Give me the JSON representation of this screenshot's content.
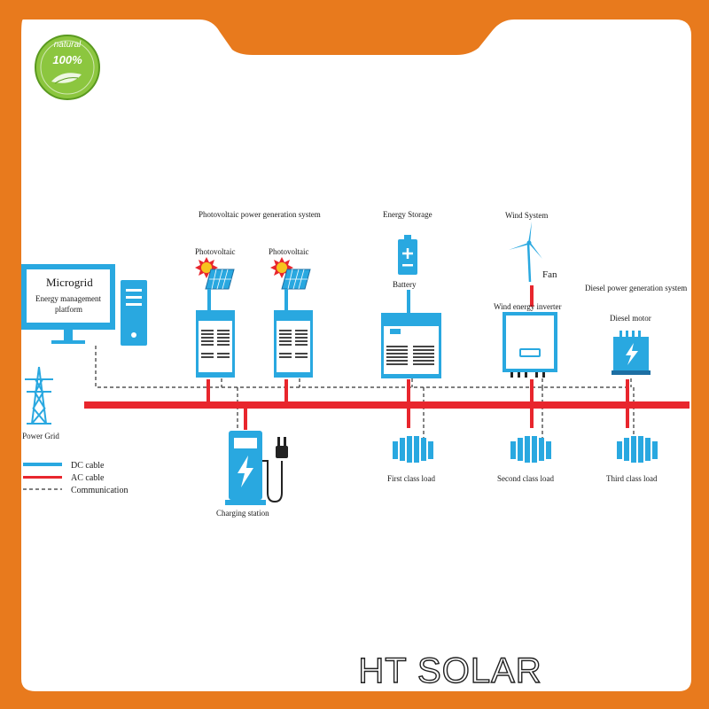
{
  "badge": {
    "top": "natural",
    "number": "100%"
  },
  "brand": "HT SOLAR",
  "microgrid": {
    "title": "Microgrid",
    "line1": "Energy management",
    "line2": "platform"
  },
  "power_grid": "Power Grid",
  "pv_system": "Photovoltaic power generation system",
  "pv_panel_1": "Photovoltaic",
  "pv_panel_2": "Photovoltaic",
  "energy_storage": "Energy Storage",
  "battery": "Battery",
  "wind_system": "Wind System",
  "fan": "Fan",
  "wind_inverter": "Wind energy inverter",
  "diesel_system": "Diesel power generation system",
  "diesel_motor": "Diesel motor",
  "charging_station": "Charging station",
  "first_load": "First class load",
  "second_load": "Second class load",
  "third_load": "Third class load",
  "legend": {
    "dc": "DC cable",
    "ac": "AC cable",
    "comm": "Communication"
  },
  "colors": {
    "frame": "#e87a1d",
    "dc": "#29a8e0",
    "ac": "#e8262d",
    "comm": "#333333",
    "device": "#29a8e0"
  }
}
